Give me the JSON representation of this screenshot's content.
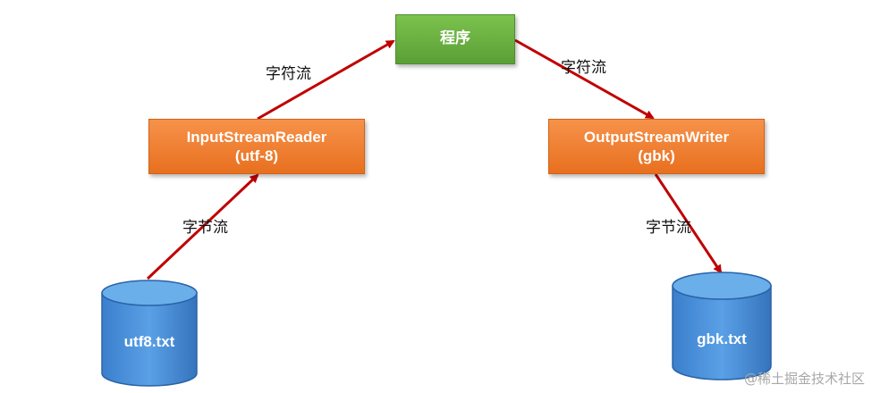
{
  "nodes": {
    "program": {
      "label": "程序"
    },
    "reader": {
      "line1": "InputStreamReader",
      "line2": "(utf-8)"
    },
    "writer": {
      "line1": "OutputStreamWriter",
      "line2": "(gbk)"
    },
    "source_file": {
      "label": "utf8.txt"
    },
    "target_file": {
      "label": "gbk.txt"
    }
  },
  "edges": {
    "reader_to_program": "字符流",
    "program_to_writer": "字符流",
    "source_to_reader": "字节流",
    "writer_to_target": "字节流"
  },
  "watermark": "@稀土掘金技术社区",
  "colors": {
    "program_box": "#6bb044",
    "converter_box": "#f08232",
    "file_cylinder": "#4a90d9",
    "arrow": "#c00000"
  }
}
